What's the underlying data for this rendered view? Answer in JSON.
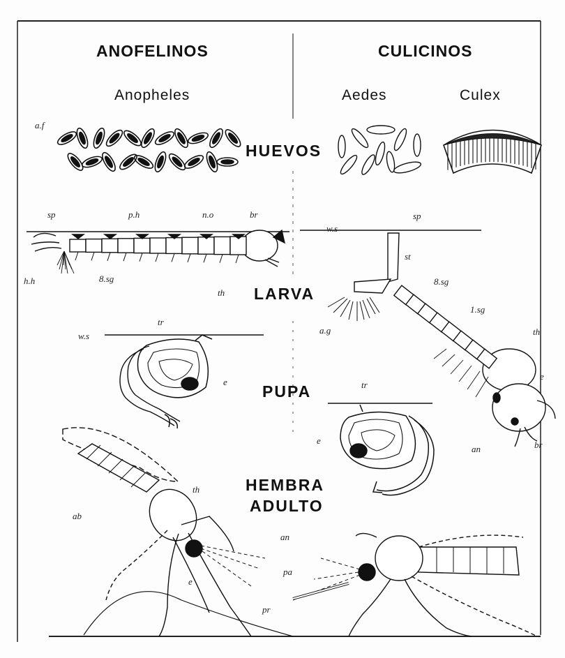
{
  "groups": {
    "left": "ANOFELINOS",
    "right": "CULICINOS"
  },
  "genera": {
    "anopheles": "Anopheles",
    "aedes": "Aedes",
    "culex": "Culex"
  },
  "stages": {
    "eggs": "HUEVOS",
    "larva": "LARVA",
    "pupa": "PUPA",
    "adult_line1": "HEMBRA",
    "adult_line2": "ADULTO"
  },
  "labels": {
    "af": "a.f",
    "sp_left": "sp",
    "ph": "p.h",
    "no": "n.o",
    "br_left": "br",
    "hh": "h.h",
    "sg8_left": "8.sg",
    "th_larva_left": "th",
    "ws_larva": "w.s",
    "sp_right": "sp",
    "st": "st",
    "sg8_right": "8.sg",
    "sg1": "1.sg",
    "ag": "a.g",
    "th_larva_right": "th",
    "e_larva_right": "e",
    "an_larva_right": "an",
    "br_right": "br",
    "tr_left": "tr",
    "ws_pupa": "w.s",
    "e_pupa_left": "e",
    "tr_right": "tr",
    "e_pupa_right": "e",
    "th_adult": "th",
    "ab": "ab",
    "an_adult": "an",
    "pa": "pa",
    "e_adult": "e",
    "pr": "pr"
  }
}
